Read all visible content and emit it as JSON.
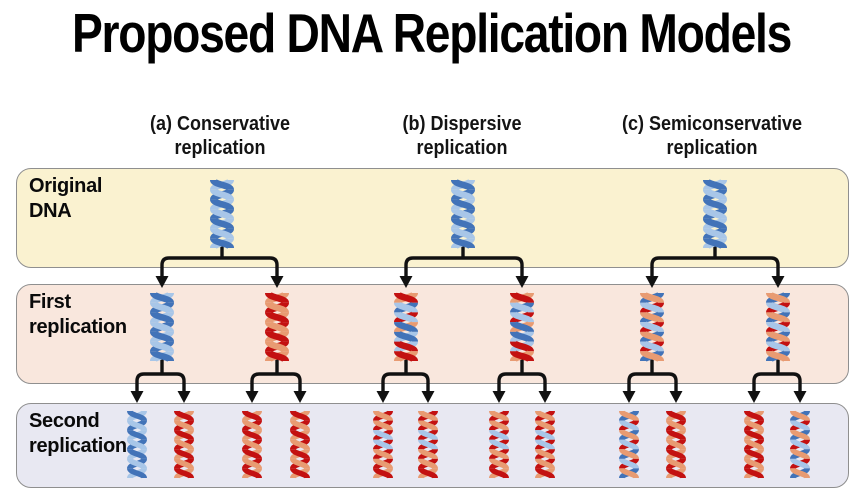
{
  "title": "Proposed DNA Replication Models",
  "columns": [
    {
      "id": "a",
      "header_line1": "(a) Conservative",
      "header_line2": "replication"
    },
    {
      "id": "b",
      "header_line1": "(b) Dispersive",
      "header_line2": "replication"
    },
    {
      "id": "c",
      "header_line1": "(c) Semiconservative",
      "header_line2": "replication"
    }
  ],
  "rows": [
    {
      "id": "original-dna",
      "label_line1": "Original",
      "label_line2": "DNA",
      "helices": {
        "a": [
          "parental"
        ],
        "b": [
          "parental"
        ],
        "c": [
          "parental"
        ]
      }
    },
    {
      "id": "first-replication",
      "label_line1": "First",
      "label_line2": "replication",
      "helices": {
        "a": [
          "parental",
          "new"
        ],
        "b": [
          "dispersive_mix",
          "dispersive_mix"
        ],
        "c": [
          "hybrid",
          "hybrid"
        ]
      }
    },
    {
      "id": "second-replication",
      "label_line1": "Second",
      "label_line2": "replication",
      "helices": {
        "a": [
          "parental",
          "new",
          "new",
          "new"
        ],
        "b": [
          "dispersive_mix2",
          "dispersive_mix2",
          "dispersive_mix2",
          "dispersive_mix2"
        ],
        "c": [
          "hybrid",
          "new",
          "new",
          "hybrid"
        ]
      }
    }
  ],
  "helix_types": {
    "parental": {
      "strand1": [
        "db"
      ],
      "strand2": [
        "lb"
      ]
    },
    "new": {
      "strand1": [
        "dr"
      ],
      "strand2": [
        "sa"
      ]
    },
    "hybrid": {
      "strand1": [
        "sa",
        "dr"
      ],
      "strand2": [
        "db",
        "lb"
      ]
    },
    "dispersive_mix": {
      "strand1": [
        "dr",
        "db",
        "lb",
        "sa",
        "db",
        "lb",
        "dr"
      ],
      "strand2": [
        "sa",
        "lb",
        "dr",
        "db",
        "lb",
        "dr",
        "sa"
      ]
    },
    "dispersive_mix2": {
      "strand1": [
        "sa",
        "dr",
        "lb",
        "dr",
        "sa",
        "dr",
        "dr"
      ],
      "strand2": [
        "dr",
        "sa",
        "dr",
        "lb",
        "dr",
        "sa",
        "sa"
      ]
    }
  },
  "colors": {
    "band_original": "#FAF2D0",
    "band_first": "#F9E7DD",
    "band_second": "#E8E8F2",
    "band_border": "#8F8F8F",
    "arrow": "#111111",
    "strands": {
      "db": "#4273B8",
      "lb": "#A8C6E8",
      "dr": "#C31111",
      "sa": "#E89B72"
    }
  }
}
